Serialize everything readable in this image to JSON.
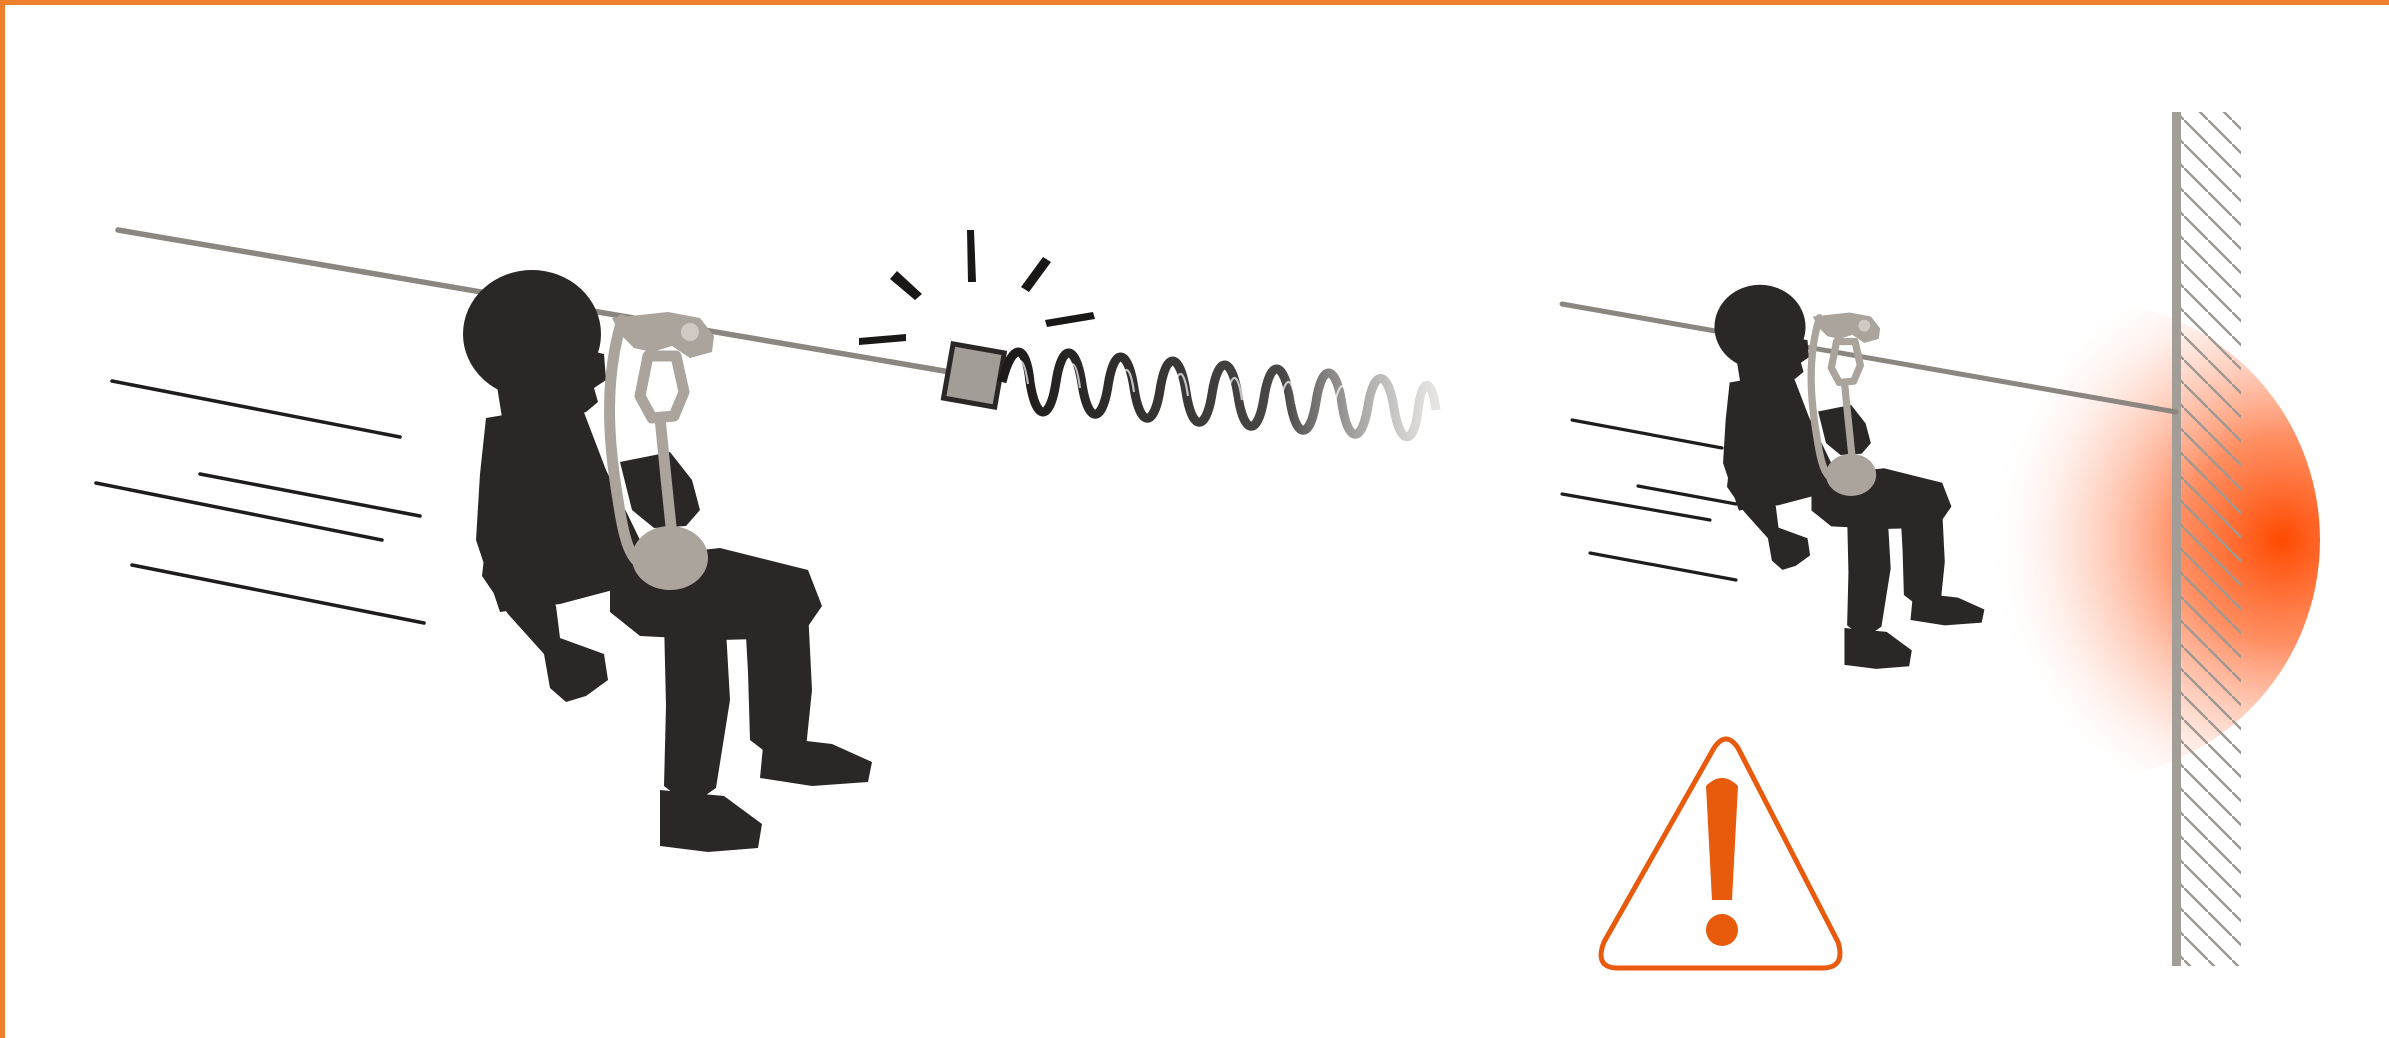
{
  "colors": {
    "frame_border": "#ee7f2d",
    "silhouette": "#2b2727",
    "equipment_gray": "#aaa49c",
    "cable": "#8c8680",
    "impact_glow": "#ff4a00",
    "warning": "#e85a0c",
    "wall": "#a29d96"
  },
  "icons": {
    "left_rider": "zipline-rider-silhouette",
    "brake": "spring-brake-icon",
    "right_rider": "zipline-rider-silhouette",
    "warning": "warning-triangle-icon",
    "wall": "hatched-wall"
  }
}
